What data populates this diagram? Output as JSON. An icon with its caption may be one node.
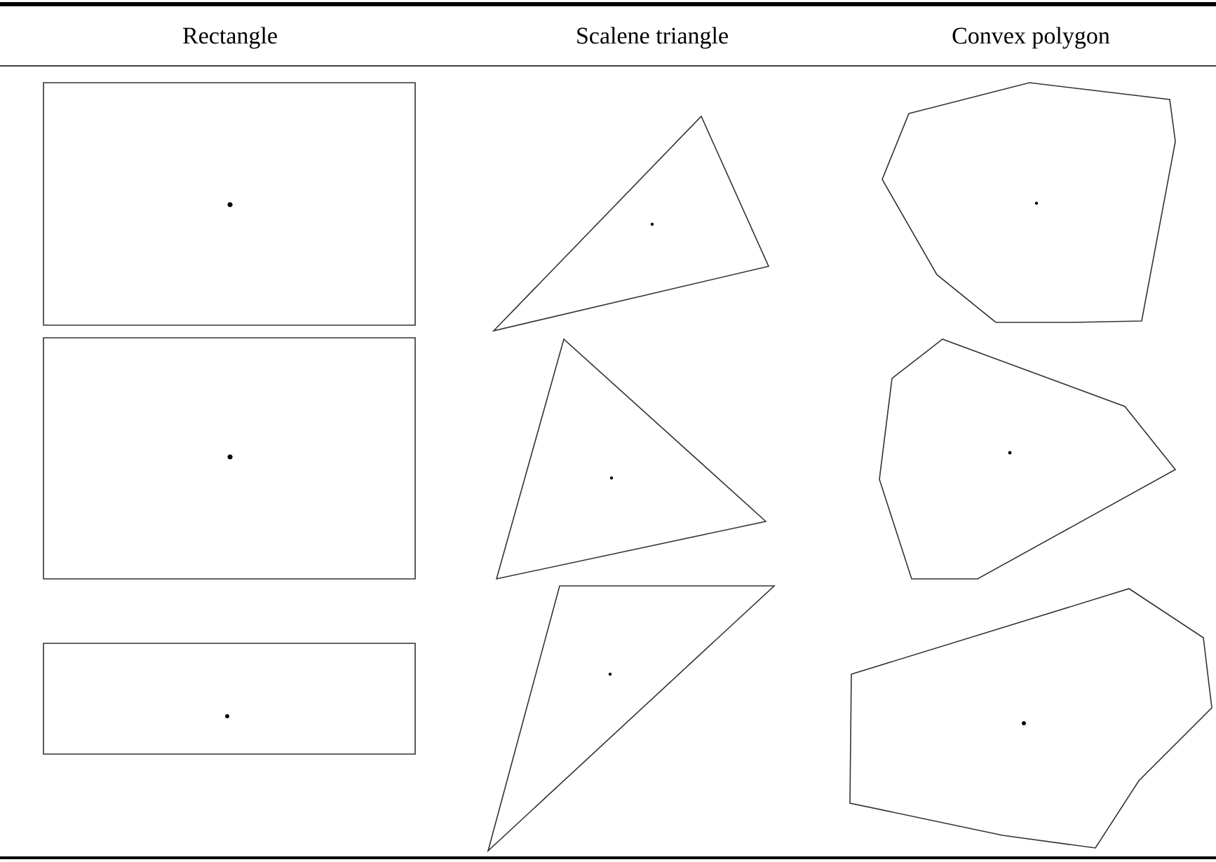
{
  "diagram": {
    "labels": [
      "Rectangle",
      "Scalene triangle",
      "Convex polygon"
    ]
  }
}
